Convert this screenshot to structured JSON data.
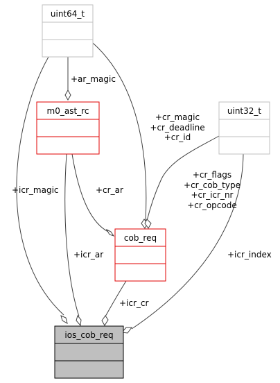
{
  "diagram": {
    "classes": {
      "uint64_t": {
        "name": "uint64_t",
        "border_color": "#bfbfbf",
        "fill_color": "#ffffff"
      },
      "m0_ast_rc": {
        "name": "m0_ast_rc",
        "border_color": "#e00000",
        "fill_color": "#ffffff"
      },
      "uint32_t": {
        "name": "uint32_t",
        "border_color": "#bfbfbf",
        "fill_color": "#ffffff"
      },
      "cob_req": {
        "name": "cob_req",
        "border_color": "#e00000",
        "fill_color": "#ffffff"
      },
      "ios_cob_req": {
        "name": "ios_cob_req",
        "border_color": "#000000",
        "fill_color": "#bfbfbf"
      }
    },
    "relations": {
      "ar_magic": {
        "from": "uint64_t",
        "to": "m0_ast_rc",
        "label": "+ar_magic"
      },
      "cob_req_fields64": {
        "from": "uint64_t",
        "to": "cob_req",
        "label_lines": [
          "+cr_magic",
          "+cr_deadline",
          "+cr_id"
        ]
      },
      "cob_req_fields32": {
        "from": "uint32_t",
        "to": "cob_req",
        "label_lines": [
          "+cr_flags",
          "+cr_cob_type",
          "+cr_icr_nr",
          "+cr_opcode"
        ]
      },
      "cr_ar": {
        "from": "m0_ast_rc",
        "to": "cob_req",
        "label": "+cr_ar"
      },
      "icr_magic": {
        "from": "uint64_t",
        "to": "ios_cob_req",
        "label": "+icr_magic"
      },
      "icr_ar": {
        "from": "m0_ast_rc",
        "to": "ios_cob_req",
        "label": "+icr_ar"
      },
      "icr_cr": {
        "from": "cob_req",
        "to": "ios_cob_req",
        "label": "+icr_cr"
      },
      "icr_index": {
        "from": "uint32_t",
        "to": "ios_cob_req",
        "label": "+icr_index"
      }
    }
  }
}
